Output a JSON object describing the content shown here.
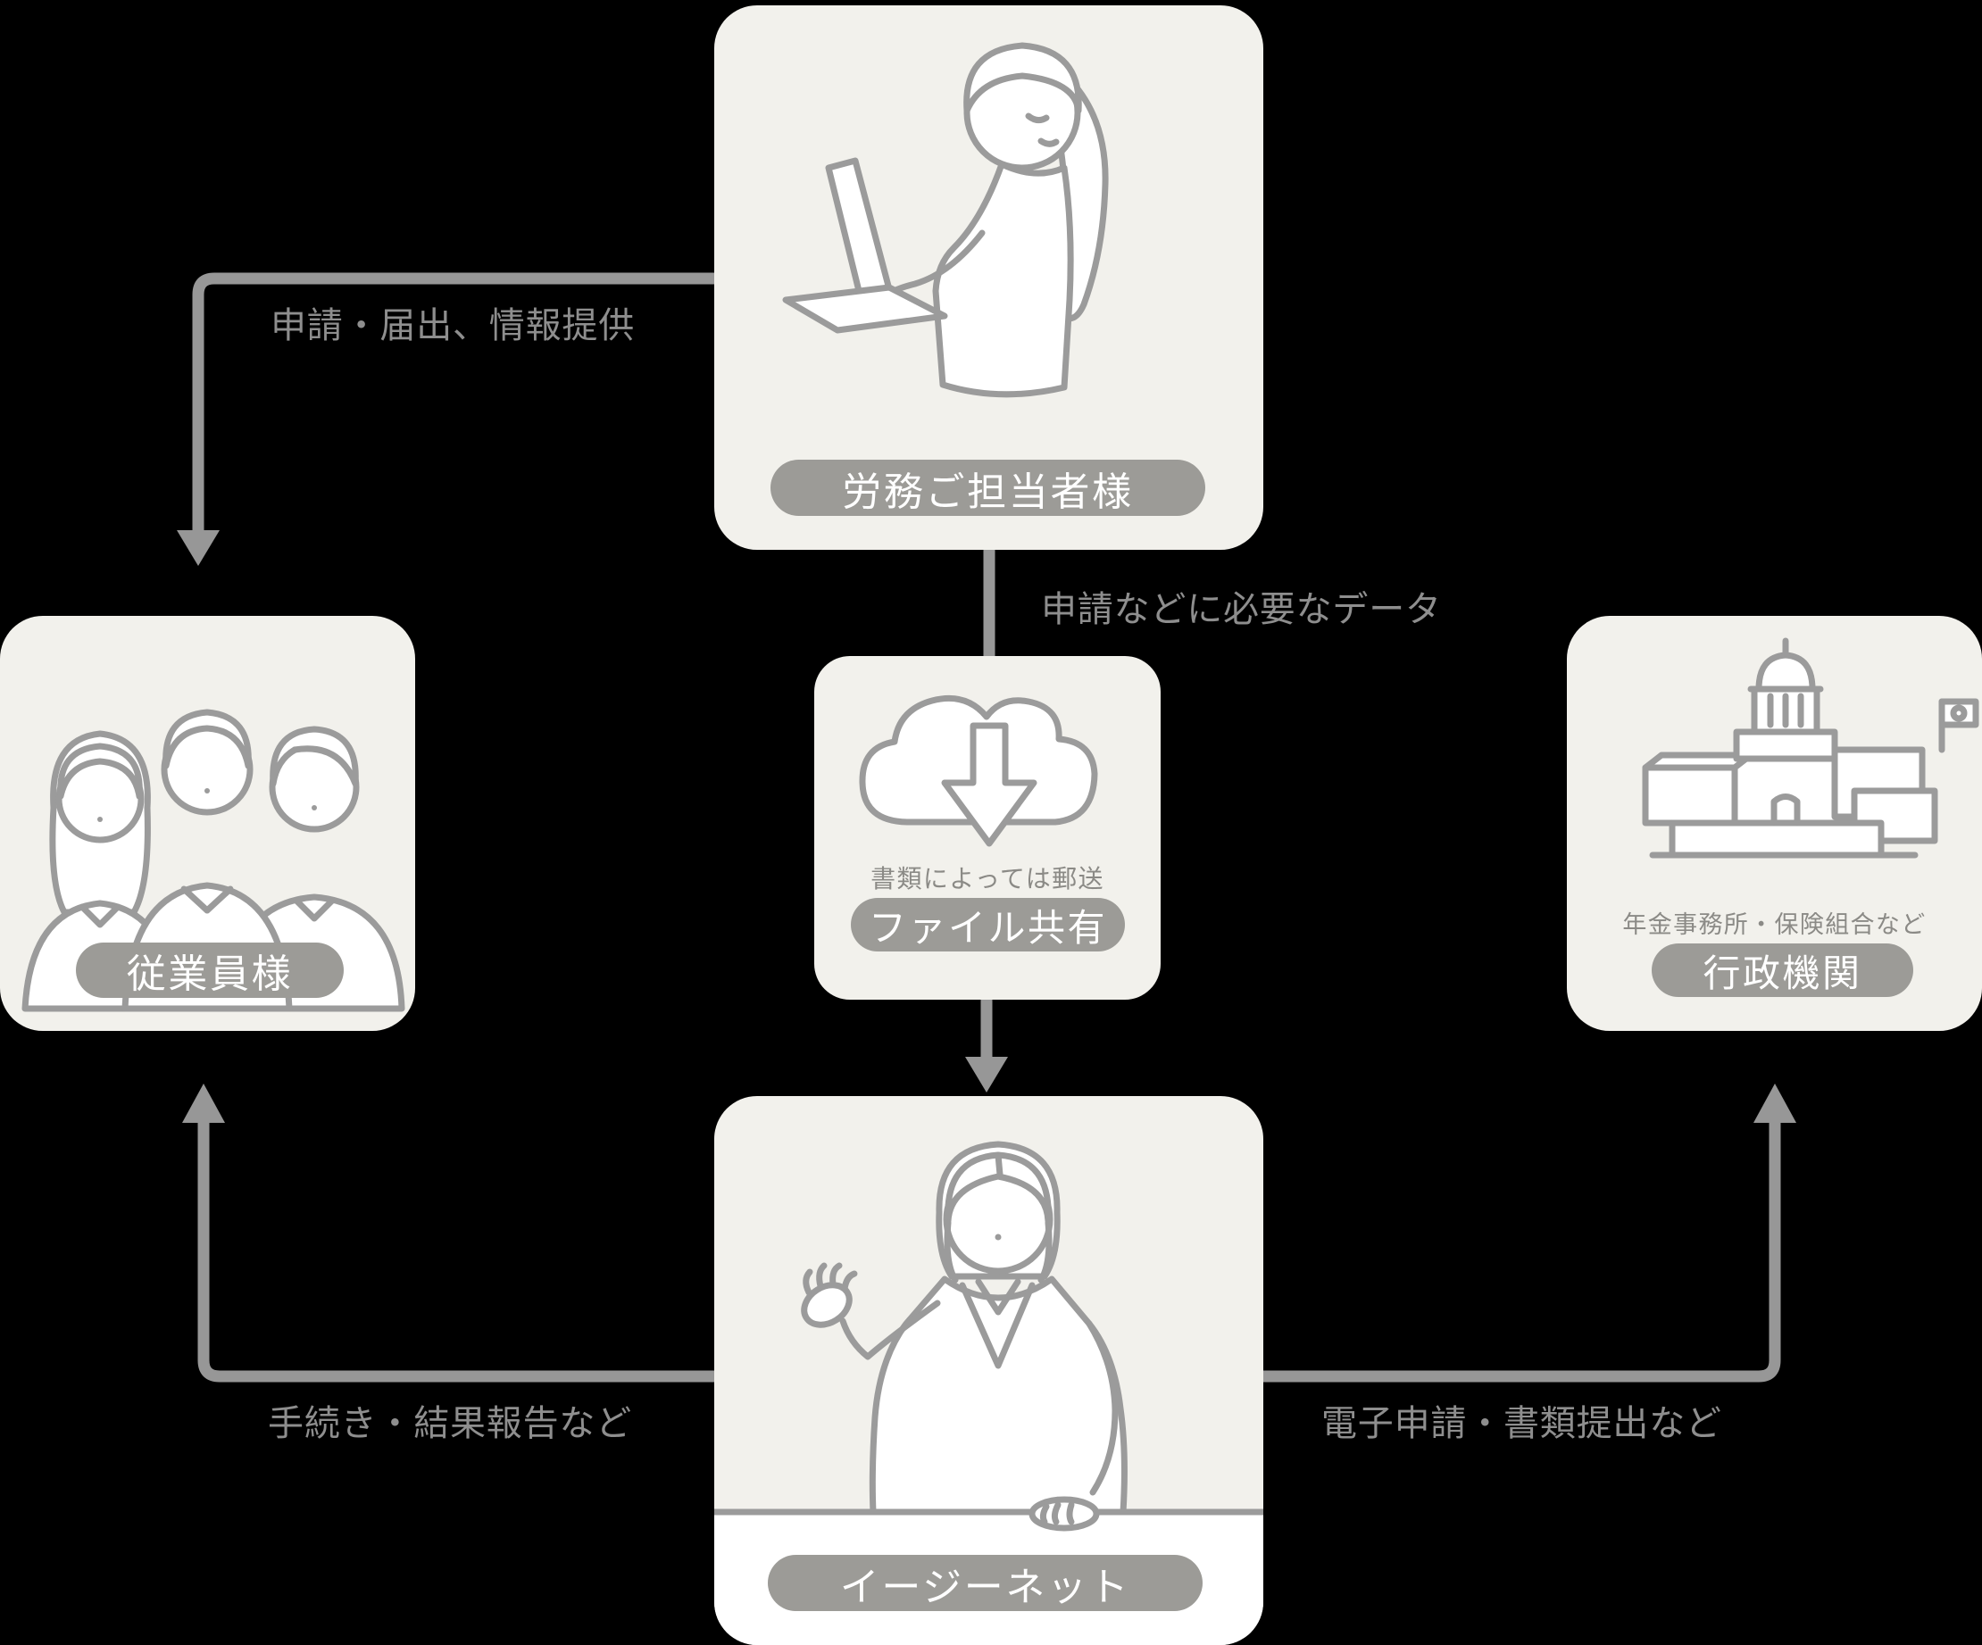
{
  "colors": {
    "background": "#000000",
    "box_bg": "#f2f1ec",
    "pill_bg": "#9c9b97",
    "pill_text": "#ffffff",
    "connector": "#979797",
    "edge_label_text": "#8e8e8e",
    "note_text": "#8b8a86",
    "illustration_stroke": "#9b9b9b"
  },
  "nodes": {
    "hr": {
      "label": "労務ご担当者様",
      "illustration": "woman-at-laptop"
    },
    "employees": {
      "label": "従業員様",
      "illustration": "three-employees"
    },
    "file_share": {
      "label": "ファイル共有",
      "note": "書類によっては郵送",
      "illustration": "cloud-download"
    },
    "government": {
      "label": "行政機関",
      "note": "年金事務所・保険組合など",
      "illustration": "government-building"
    },
    "easynet": {
      "label": "イージーネット",
      "illustration": "consultant-at-desk"
    }
  },
  "edges": {
    "hr_to_employees": {
      "label": "申請・届出、情報提供"
    },
    "hr_to_file_share": {
      "label": "申請などに必要なデータ"
    },
    "easynet_to_employees": {
      "label": "手続き・結果報告など"
    },
    "easynet_to_government": {
      "label": "電子申請・書類提出など"
    }
  }
}
